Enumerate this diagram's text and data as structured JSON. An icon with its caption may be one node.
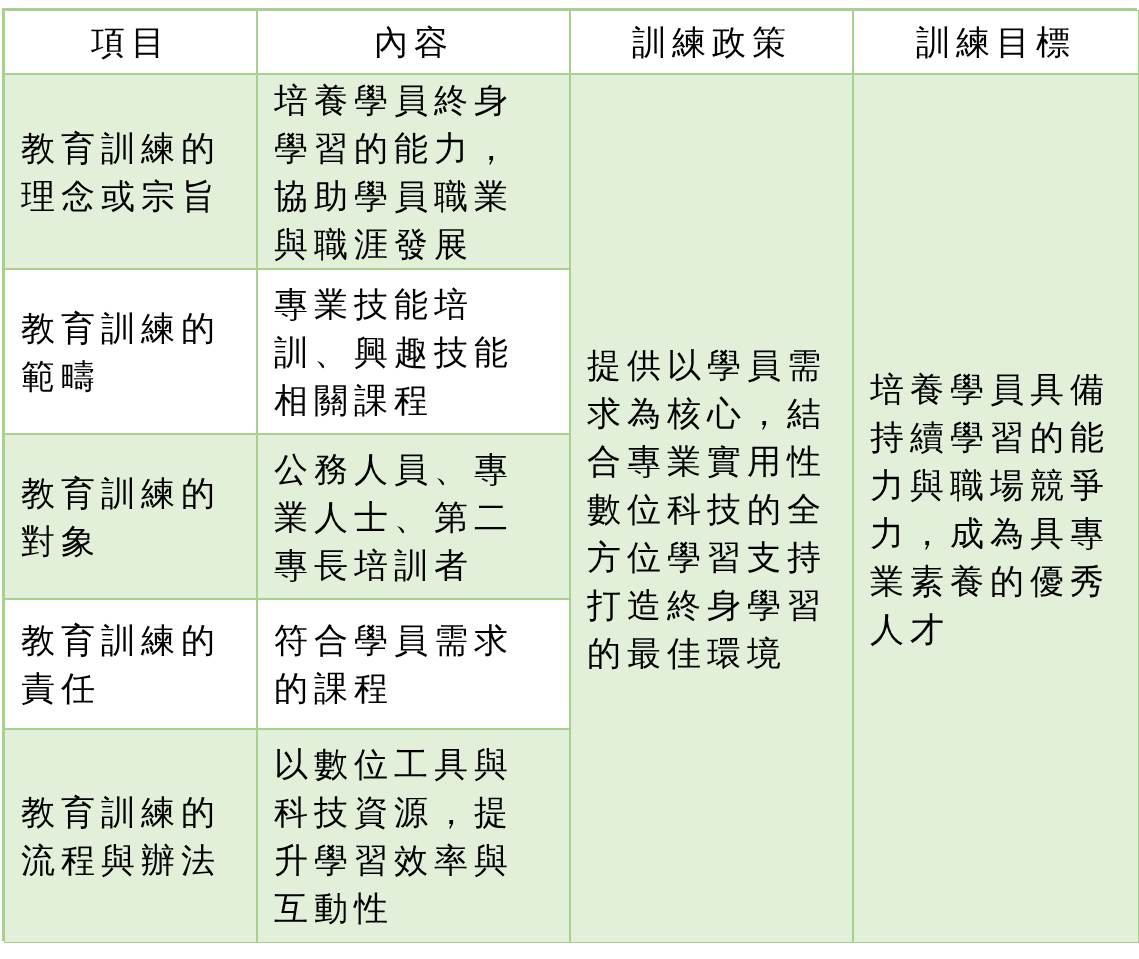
{
  "diagram": {
    "labels": [
      "項目",
      "內容",
      "訓練政策",
      "訓練目標",
      "教育訓練的理念或宗旨",
      "培養學員終身學習的能力，協助學員職業與職涯發展",
      "提供以學員需求為核心，結合專業實用性數位科技的全方位學習支持打造終身學習的最佳環境",
      "培養學員具備持續學習的能力與職場競爭力，成為具專業素養的優秀人才",
      "教育訓練的範疇",
      "專業技能培訓、興趣技能相關課程",
      "教育訓練的對象",
      "公務人員、專業人士、第二專長培訓者",
      "教育訓練的責任",
      "符合學員需求的課程",
      "教育訓練的流程與辦法",
      "以數位工具與科技資源，提升學習效率與互動性"
    ]
  }
}
